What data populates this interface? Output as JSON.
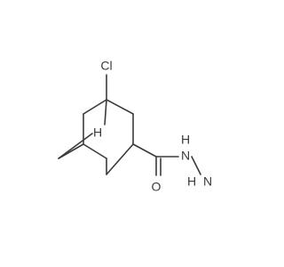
{
  "molecule": {
    "atoms": [
      {
        "id": "cl",
        "label": "Cl"
      },
      {
        "id": "h",
        "label": "H"
      },
      {
        "id": "o",
        "label": "O"
      },
      {
        "id": "n1",
        "label": "N"
      },
      {
        "id": "n1h",
        "label": "H"
      },
      {
        "id": "n2",
        "label": "N"
      },
      {
        "id": "n2h",
        "label": "H"
      }
    ]
  }
}
